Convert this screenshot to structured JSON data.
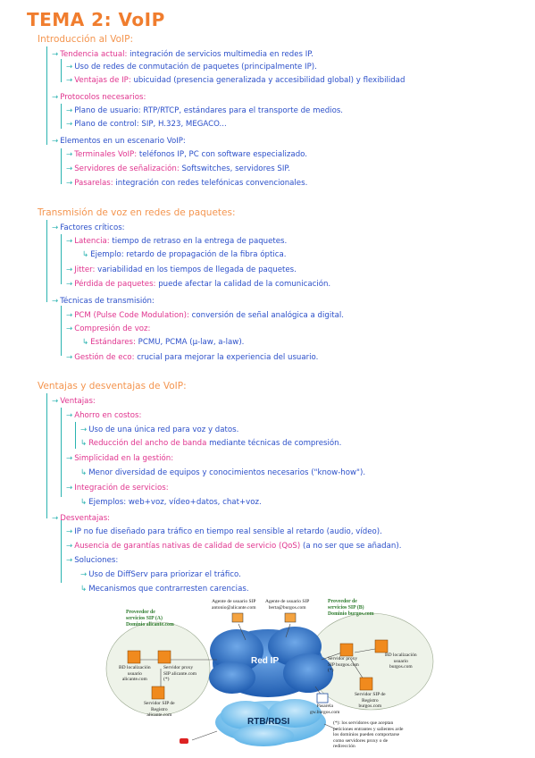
{
  "title": "TEMA 2: VoIP",
  "sections": {
    "intro": {
      "header": "Introducción al VoIP:",
      "lines": [
        {
          "label": "Tendencia actual:",
          "text": " integración de servicios multimedia en redes IP."
        },
        {
          "label": "",
          "text": "Uso de redes de conmutación de paquetes (principalmente IP)."
        },
        {
          "label": "Ventajas de IP:",
          "text": " ubicuidad (presencia generalizada y accesibilidad global) y flexibilidad"
        },
        {
          "label": "Protocolos necesarios:",
          "text": ""
        },
        {
          "label": "",
          "text": "Plano de usuario: RTP/RTCP, estándares para el transporte de medios."
        },
        {
          "label": "",
          "text": "Plano de control: SIP, H.323, MEGACO..."
        },
        {
          "label": "",
          "text": "Elementos en un escenario VoIP:"
        },
        {
          "label": "Terminales VoIP:",
          "text": " teléfonos IP, PC con software especializado."
        },
        {
          "label": "Servidores de señalización:",
          "text": " Softswitches, servidores SIP."
        },
        {
          "label": "Pasarelas:",
          "text": " integración con redes telefónicas convencionales."
        }
      ]
    },
    "transmision": {
      "header": "Transmisión de voz en redes de paquetes:",
      "lines": [
        {
          "label": "Factores críticos:",
          "text": ""
        },
        {
          "label": "Latencia:",
          "text": " tiempo de retraso en la entrega de paquetes."
        },
        {
          "label": "",
          "text": "Ejemplo: retardo de propagación de la fibra óptica."
        },
        {
          "label": "Jitter:",
          "text": " variabilidad en los tiempos de llegada de paquetes."
        },
        {
          "label": "Pérdida de paquetes:",
          "text": " puede afectar la calidad de la comunicación."
        },
        {
          "label": "",
          "text": "Técnicas de transmisión:"
        },
        {
          "label": "PCM (Pulse Code Modulation):",
          "text": " conversión de señal analógica a digital."
        },
        {
          "label": "Compresión de voz:",
          "text": ""
        },
        {
          "label": "Estándares:",
          "text": " PCMU, PCMA (µ-law, a-law)."
        },
        {
          "label": "Gestión de eco:",
          "text": " crucial para mejorar la experiencia del usuario."
        }
      ]
    },
    "ventajas": {
      "header": "Ventajas y desventajas de VoIP:",
      "lines": [
        {
          "label": "Ventajas:",
          "text": ""
        },
        {
          "label": "Ahorro en costos:",
          "text": ""
        },
        {
          "label": "",
          "text": "Uso de una única red para voz y datos."
        },
        {
          "label": "Reducción del ancho de banda",
          "text": " mediante técnicas de compresión."
        },
        {
          "label": "Simplicidad en la gestión:",
          "text": ""
        },
        {
          "label": "",
          "text": "Menor diversidad de equipos y conocimientos necesarios (\"know-how\")."
        },
        {
          "label": "Integración de servicios:",
          "text": ""
        },
        {
          "label": "",
          "text": "Ejemplos: web+voz, vídeo+datos, chat+voz."
        },
        {
          "label": "Desventajas:",
          "text": ""
        },
        {
          "label": "",
          "text": "IP no fue diseñado para tráfico en tiempo real sensible al retardo (audio, vídeo)."
        },
        {
          "label": "Ausencia de garantías nativas de calidad de servicio (QoS)",
          "text": " (a no ser que se añadan)."
        },
        {
          "label": "Soluciones:",
          "text": ""
        },
        {
          "label": "",
          "text": "Uso de DiffServ para priorizar el tráfico."
        },
        {
          "label": "",
          "text": "Mecanismos que contrarresten carencias."
        }
      ]
    }
  },
  "diagram": {
    "provider_a": [
      "Proveedor de",
      "servicios SIP (A)",
      "Dominio alicante.com"
    ],
    "provider_b": [
      "Proveedor de",
      "servicios SIP (B)",
      "Dominio burgos.com"
    ],
    "agent_a": [
      "Agente de usuario SIP",
      "antonio@alicante.com"
    ],
    "agent_b": [
      "Agente de usuario SIP",
      "berta@burgos.com"
    ],
    "loc_a": [
      "BD localización",
      "usuario",
      "alicante.com"
    ],
    "proxy_a": [
      "Servidor proxy",
      "SIP alicante.com",
      "(*)"
    ],
    "reg_a": [
      "Servidor SIP de",
      "Registro",
      "alicante.com"
    ],
    "proxy_b": [
      "Servidor proxy",
      "SIP burgos.com",
      "(*)"
    ],
    "loc_b": [
      "BD localización",
      "usuario",
      "burgos.com"
    ],
    "reg_b": [
      "Servidor SIP de",
      "Registro",
      "burgos.com"
    ],
    "gateway": [
      "Pasarela",
      "gw.burgos.com"
    ],
    "cloud_ip": "Red IP",
    "cloud_rtb": "RTB/RDSI",
    "note": [
      "(*): los servidores que aceptan",
      "peticiones entrantes y salientes a/de",
      "los dominios pueden comportarse",
      "como servidores proxy o de",
      "redirección"
    ],
    "colors": {
      "cloud": "#2f73c8",
      "accent": "#f08a1e",
      "text_green": "#2f7d2f"
    }
  }
}
